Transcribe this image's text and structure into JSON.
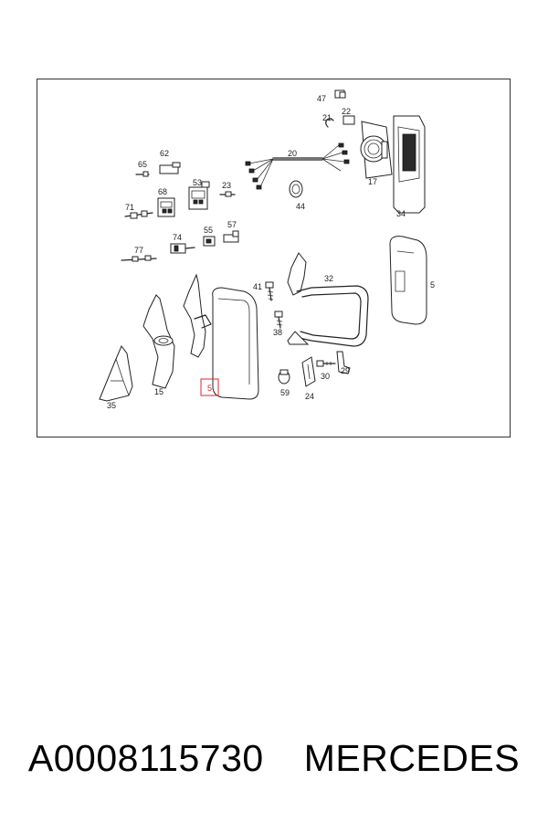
{
  "diagram": {
    "highlight_color": "#e0262b",
    "labels": {
      "p47": "47",
      "p21": "21",
      "p22": "22",
      "p20": "20",
      "p17": "17",
      "p34": "34",
      "p44": "44",
      "p65": "65",
      "p62": "62",
      "p68": "68",
      "p53": "53",
      "p23": "23",
      "p71": "71",
      "p74": "74",
      "p55": "55",
      "p57": "57",
      "p77": "77",
      "p41": "41",
      "p32": "32",
      "p5_right": "5",
      "p38": "38",
      "p35": "35",
      "p15": "15",
      "p5_highlight": "5",
      "p59": "59",
      "p24": "24",
      "p30": "30",
      "p29": "29"
    }
  },
  "caption": {
    "part_number": "A0008115730",
    "brand": "MERCEDES"
  }
}
